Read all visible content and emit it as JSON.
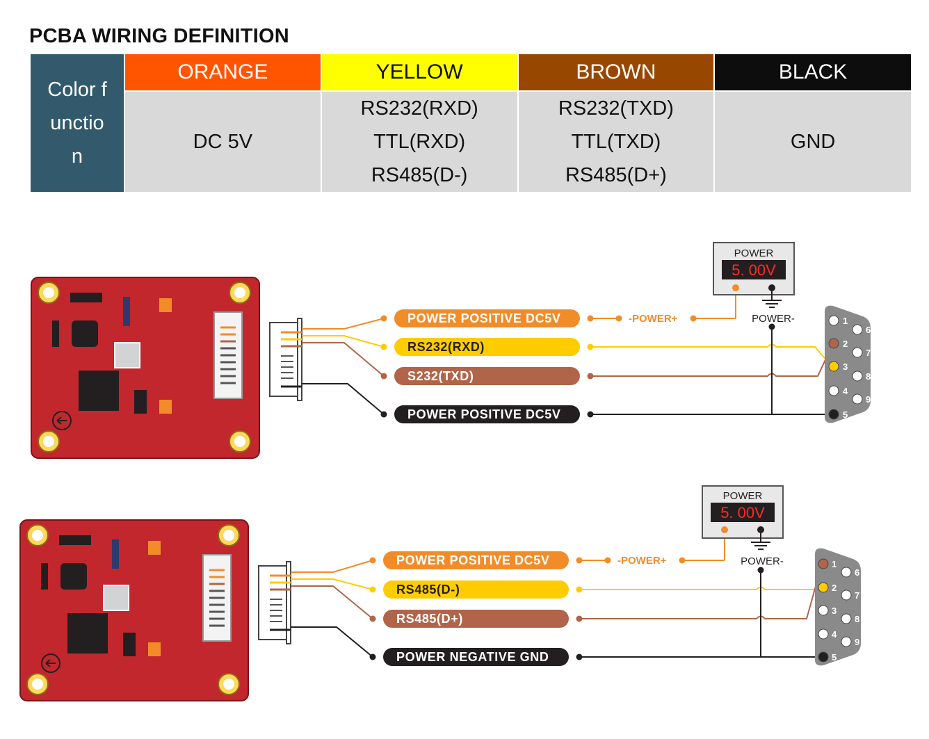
{
  "title": "PCBA WIRING DEFINITION",
  "table": {
    "header": "Color functio n",
    "columns": [
      {
        "name": "ORANGE",
        "bg": "#ff5500",
        "fg": "#ffffff",
        "functions": [
          "DC 5V"
        ]
      },
      {
        "name": "YELLOW",
        "bg": "#ffff00",
        "fg": "#111111",
        "functions": [
          "RS232(RXD)",
          "TTL(RXD)",
          "RS485(D-)"
        ]
      },
      {
        "name": "BROWN",
        "bg": "#984700",
        "fg": "#ffffff",
        "functions": [
          "RS232(TXD)",
          "TTL(TXD)",
          "RS485(D+)"
        ]
      },
      {
        "name": "BLACK",
        "bg": "#0d0d0d",
        "fg": "#ffffff",
        "functions": [
          "GND"
        ]
      }
    ]
  },
  "diagram1": {
    "power_title": "POWER",
    "power_display": "5. 00V",
    "power_plus_label": "-POWER+",
    "power_minus_label": "POWER-",
    "wires": [
      {
        "label": "POWER POSITIVE DC5V",
        "color": "#f28c28"
      },
      {
        "label": "RS232(RXD)",
        "color": "#ffcc00"
      },
      {
        "label": "S232(TXD)",
        "color": "#b0654a"
      },
      {
        "label": "POWER POSITIVE DC5V",
        "color": "#231f20"
      }
    ],
    "pins": [
      "1",
      "2",
      "3",
      "4",
      "5",
      "6",
      "7",
      "8",
      "9"
    ]
  },
  "diagram2": {
    "power_title": "POWER",
    "power_display": "5. 00V",
    "power_plus_label": "-POWER+",
    "power_minus_label": "POWER-",
    "wires": [
      {
        "label": "POWER POSITIVE DC5V",
        "color": "#f28c28"
      },
      {
        "label": "RS485(D-)",
        "color": "#ffcc00"
      },
      {
        "label": "RS485(D+)",
        "color": "#b0654a"
      },
      {
        "label": "POWER NEGATIVE GND",
        "color": "#231f20"
      }
    ],
    "pins": [
      "1",
      "2",
      "3",
      "4",
      "5",
      "6",
      "7",
      "8",
      "9"
    ]
  },
  "colors": {
    "board_red": "#c1272d",
    "pad_gold": "#ffd75a",
    "meter_red": "#ff2a2a",
    "connector_gray": "#8a8a8a"
  }
}
